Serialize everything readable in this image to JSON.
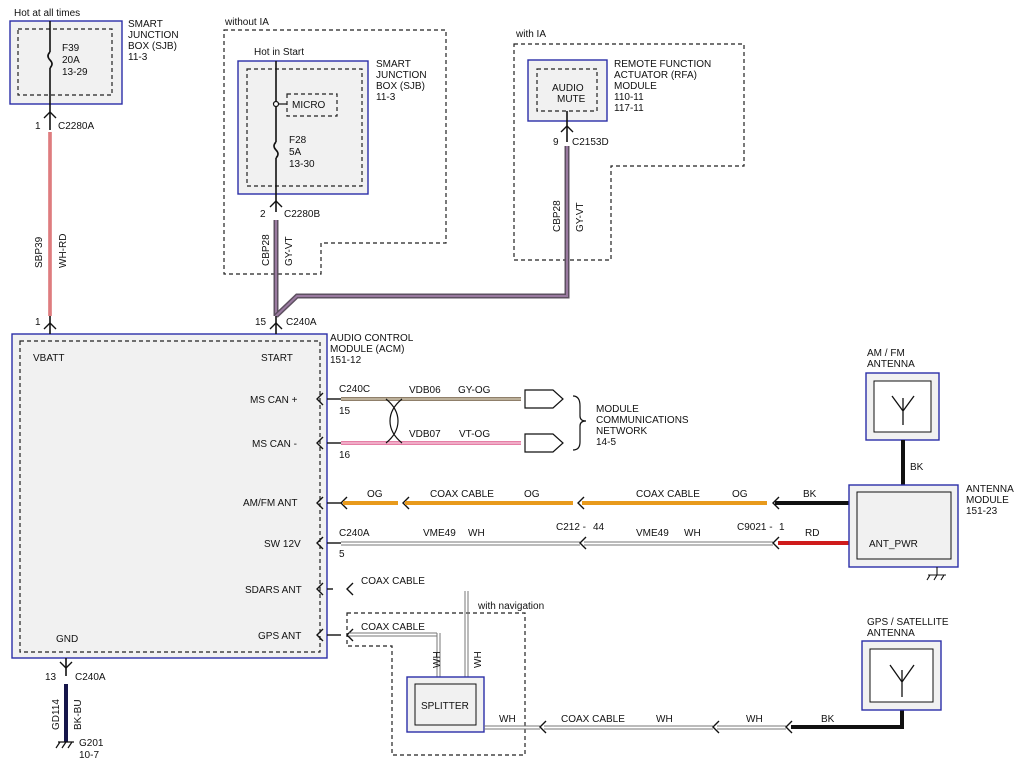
{
  "sjb1": {
    "note": "Hot at all times",
    "name_lines": [
      "SMART",
      "JUNCTION",
      "BOX (SJB)",
      "11-3"
    ],
    "fuse_lines": [
      "F39",
      "20A",
      "13-29"
    ],
    "pin": "1",
    "connector": "C2280A"
  },
  "sjb2": {
    "note": "without IA",
    "hot_note": "Hot in Start",
    "name_lines": [
      "SMART",
      "JUNCTION",
      "BOX (SJB)",
      "11-3"
    ],
    "micro": "MICRO",
    "fuse_lines": [
      "F28",
      "5A",
      "13-30"
    ],
    "pin": "2",
    "connector": "C2280B"
  },
  "rfa": {
    "note": "with IA",
    "mute_lines": [
      "AUDIO",
      "MUTE"
    ],
    "name_lines": [
      "REMOTE FUNCTION",
      "ACTUATOR (RFA)",
      "MODULE",
      "110-11",
      "117-11"
    ],
    "pin": "9",
    "connector": "C2153D"
  },
  "wires": {
    "sbp39": {
      "circuit": "SBP39",
      "color": "WH-RD"
    },
    "cbp28_left": {
      "circuit": "CBP28",
      "color": "GY-VT"
    },
    "cbp28_right": {
      "circuit": "CBP28",
      "color": "GY-VT"
    },
    "gd114": {
      "circuit": "GD114",
      "color": "BK-BU"
    }
  },
  "acm": {
    "name_lines": [
      "AUDIO CONTROL",
      "MODULE (ACM)",
      "151-12"
    ],
    "vbatt": "VBATT",
    "start": "START",
    "ms_can_plus": "MS CAN +",
    "ms_can_minus": "MS CAN -",
    "amfm_ant": "AM/FM ANT",
    "sw12v": "SW 12V",
    "sdars_ant": "SDARS ANT",
    "gps_ant": "GPS ANT",
    "gnd": "GND",
    "pin_vbatt": "1",
    "pin_start": "15",
    "conn_top": "C240A",
    "pin_gnd": "13",
    "conn_gnd": "C240A"
  },
  "can": {
    "connector": "C240C",
    "pin_plus": "15",
    "pin_minus": "16",
    "plus_circuit": "VDB06",
    "plus_color": "GY-OG",
    "minus_circuit": "VDB07",
    "minus_color": "VT-OG",
    "network_lines": [
      "MODULE",
      "COMMUNICATIONS",
      "NETWORK",
      "14-5"
    ]
  },
  "amfm": {
    "og1": "OG",
    "coax1": "COAX CABLE",
    "og2": "OG",
    "coax2": "COAX CABLE",
    "og3": "OG",
    "bk": "BK"
  },
  "sw12v": {
    "connector_left": "C240A",
    "pin_left": "5",
    "circuit1": "VME49",
    "color1": "WH",
    "connector_mid": "C212 -",
    "pin_mid": "44",
    "circuit2": "VME49",
    "color2": "WH",
    "connector_right": "C9021 -",
    "pin_right": "1",
    "rd": "RD"
  },
  "sdars": {
    "coax": "COAX CABLE"
  },
  "gps": {
    "coax_left": "COAX CABLE",
    "nav_note": "with navigation",
    "wh_a": "WH",
    "wh_b": "WH",
    "splitter": "SPLITTER",
    "wh_out": "WH",
    "coax_bottom": "COAX CABLE",
    "wh_mid": "WH",
    "wh_right": "WH",
    "bk": "BK"
  },
  "antennas": {
    "amfm_lines": [
      "AM / FM",
      "ANTENNA"
    ],
    "amfm_bk": "BK",
    "module_lines": [
      "ANTENNA",
      "MODULE",
      "151-23"
    ],
    "ant_pwr": "ANT_PWR",
    "gps_lines": [
      "GPS / SATELLITE",
      "ANTENNA"
    ]
  },
  "ground": {
    "name": "G201",
    "page": "10-7"
  },
  "colors": {
    "wh_rd": "#c8262a",
    "gy_vt": "#9a7aa0",
    "gy_vt_dark": "#5d5060",
    "gy_og": "#8f7f6a",
    "vt_og": "#e57fa6",
    "og": "#e89a1c",
    "rd": "#cf1b1b",
    "bk": "#111111",
    "bk_bu": "#16164a",
    "box_border": "#2b2fa8"
  }
}
